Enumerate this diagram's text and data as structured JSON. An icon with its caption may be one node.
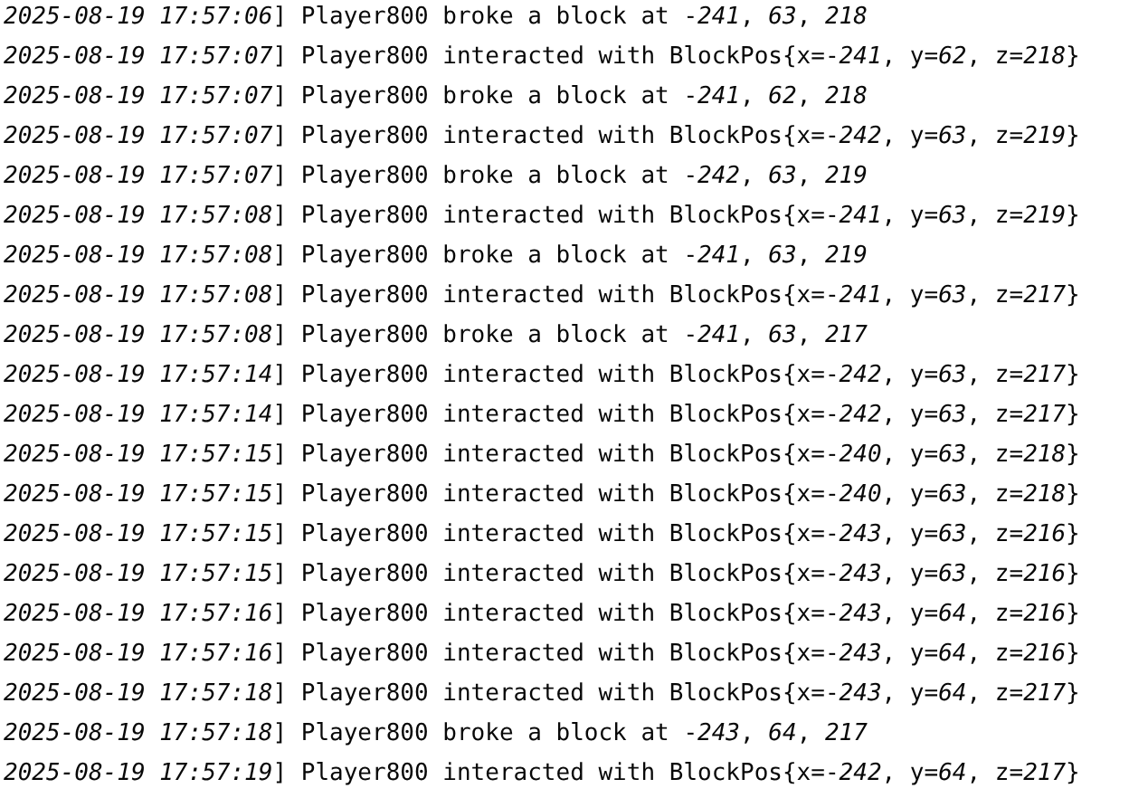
{
  "diagram": {
    "labels": [
      "*2025-08-19 17:57:06*] Player800 broke a block at -*241*, *63*, *218*",
      "*2025-08-19 17:57:07*] Player800 interacted with BlockPos{x=-*241*, y=*62*, z=*218*}",
      "*2025-08-19 17:57:07*] Player800 broke a block at -*241*, *62*, *218*",
      "*2025-08-19 17:57:07*] Player800 interacted with BlockPos{x=-*242*, y=*63*, z=*219*}",
      "*2025-08-19 17:57:07*] Player800 broke a block at -*242*, *63*, *219*",
      "*2025-08-19 17:57:08*] Player800 interacted with BlockPos{x=-*241*, y=*63*, z=*219*}",
      "*2025-08-19 17:57:08*] Player800 broke a block at -*241*, *63*, *219*",
      "*2025-08-19 17:57:08*] Player800 interacted with BlockPos{x=-*241*, y=*63*, z=*217*}",
      "*2025-08-19 17:57:08*] Player800 broke a block at -*241*, *63*, *217*",
      "*2025-08-19 17:57:14*] Player800 interacted with BlockPos{x=-*242*, y=*63*, z=*217*}",
      "*2025-08-19 17:57:14*] Player800 interacted with BlockPos{x=-*242*, y=*63*, z=*217*}",
      "*2025-08-19 17:57:15*] Player800 interacted with BlockPos{x=-*240*, y=*63*, z=*218*}",
      "*2025-08-19 17:57:15*] Player800 interacted with BlockPos{x=-*240*, y=*63*, z=*218*}",
      "*2025-08-19 17:57:15*] Player800 interacted with BlockPos{x=-*243*, y=*63*, z=*216*}",
      "*2025-08-19 17:57:15*] Player800 interacted with BlockPos{x=-*243*, y=*63*, z=*216*}",
      "*2025-08-19 17:57:16*] Player800 interacted with BlockPos{x=-*243*, y=*64*, z=*216*}",
      "*2025-08-19 17:57:16*] Player800 interacted with BlockPos{x=-*243*, y=*64*, z=*216*}",
      "*2025-08-19 17:57:18*] Player800 interacted with BlockPos{x=-*243*, y=*64*, z=*217*}",
      "*2025-08-19 17:57:18*] Player800 broke a block at -*243*, *64*, *217*",
      "*2025-08-19 17:57:19*] Player800 interacted with BlockPos{x=-*242*, y=*64*, z=*217*}"
    ]
  }
}
